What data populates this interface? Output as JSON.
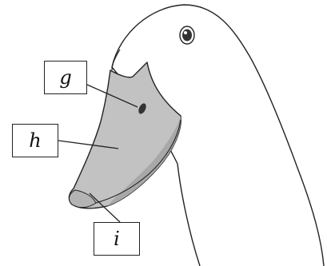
{
  "diagram": {
    "labels": {
      "g": "g",
      "h": "h",
      "i": "i"
    },
    "colors": {
      "head_fill": "#ffffff",
      "outline": "#222222",
      "bill_fill": "#c2c2c2",
      "bill_shade": "#a8a8a8",
      "neck_shadow": "#ececec",
      "eye": "#333333",
      "label_line": "#222222"
    }
  }
}
